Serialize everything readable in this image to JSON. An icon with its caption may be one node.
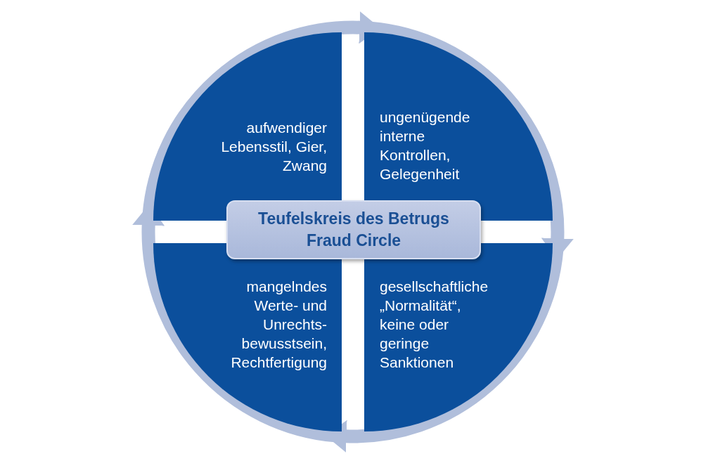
{
  "diagram": {
    "nodes": [
      {
        "text": [
          "aufwendiger Lebensstil, Gier, Zwang"
        ]
      },
      {
        "text": [
          "ungenügende interne Kontrollen, Gelegenheit"
        ]
      },
      {
        "text": [
          "Teufelskreis des Betrugs",
          "Fraud Circle"
        ]
      },
      {
        "text": [
          "mangelndes Werte- und Unrechts-bewusstsein, Rechtfertigung"
        ]
      },
      {
        "text": [
          "gesellschaftliche „Normalität“, keine oder geringe Sanktionen"
        ]
      }
    ],
    "edges": [
      {
        "from": 0,
        "to": 1,
        "arrow": "to"
      },
      {
        "from": 1,
        "to": 4,
        "arrow": "to"
      },
      {
        "from": 4,
        "to": 3,
        "arrow": "to"
      },
      {
        "from": 3,
        "to": 0,
        "arrow": "to"
      }
    ]
  }
}
